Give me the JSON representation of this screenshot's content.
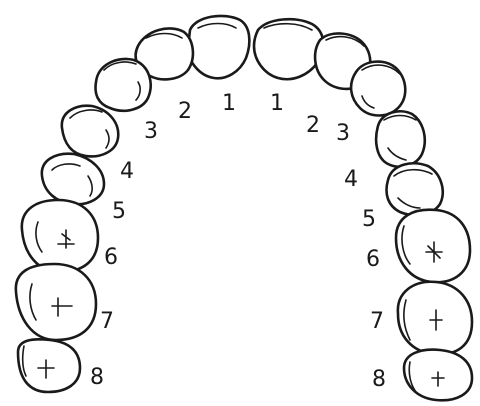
{
  "diagram": {
    "left_numbers": [
      "1",
      "2",
      "3",
      "4",
      "5",
      "6",
      "7",
      "8"
    ],
    "right_numbers": [
      "1",
      "2",
      "3",
      "4",
      "5",
      "6",
      "7",
      "8"
    ],
    "outline_color": "#1a1a1a",
    "fill_color": "#ffffff"
  }
}
